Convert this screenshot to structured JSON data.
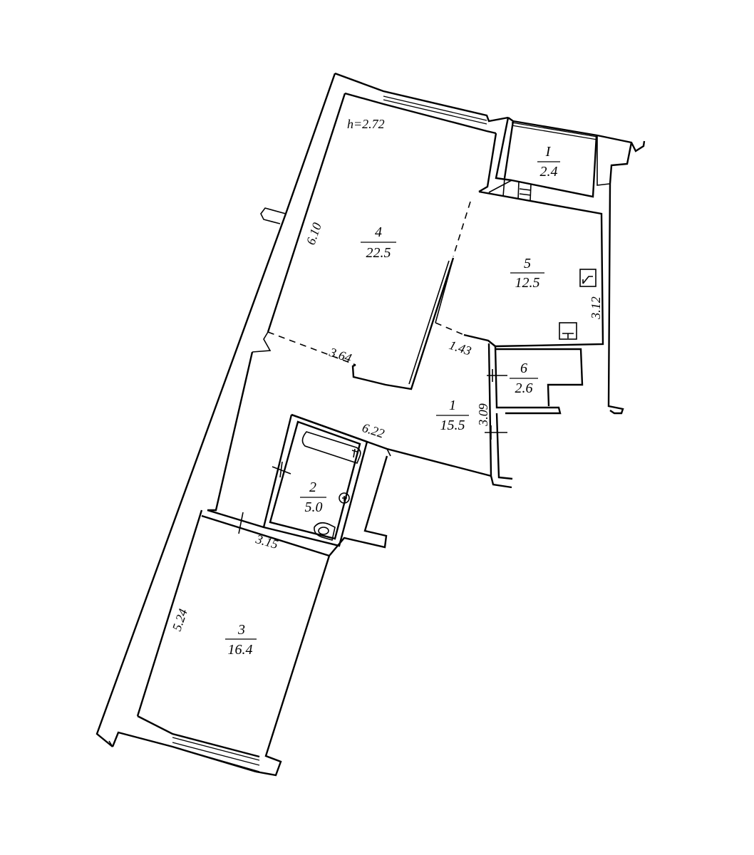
{
  "ceiling_height": "h=2.72",
  "rooms": {
    "loggia": {
      "number": "I",
      "area": "2.4"
    },
    "hall": {
      "number": "1",
      "area": "15.5"
    },
    "bathroom": {
      "number": "2",
      "area": "5.0"
    },
    "room3": {
      "number": "3",
      "area": "16.4"
    },
    "room4": {
      "number": "4",
      "area": "22.5"
    },
    "kitchen": {
      "number": "5",
      "area": "12.5"
    },
    "storage": {
      "number": "6",
      "area": "2.6"
    }
  },
  "dimensions": {
    "room4_side": "6.10",
    "room4_width": "3.64",
    "kitchen_side": "3.12",
    "kitchen_passage": "1.43",
    "hall_side": "3.09",
    "hall_length": "6.22",
    "room3_width": "3.15",
    "room3_side": "5.24"
  }
}
